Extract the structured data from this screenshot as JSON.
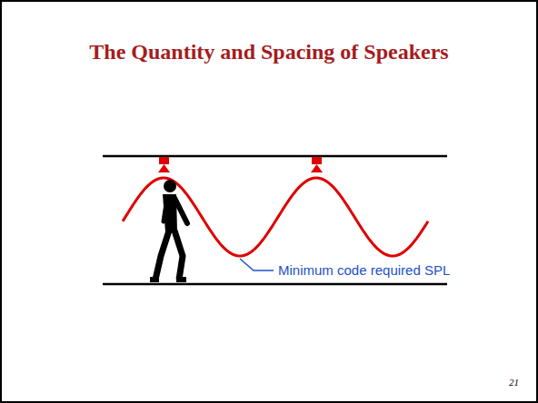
{
  "diagram": {
    "title": "The Quantity and Spacing of Speakers",
    "labels": [
      "Minimum code required SPL",
      "21"
    ]
  }
}
